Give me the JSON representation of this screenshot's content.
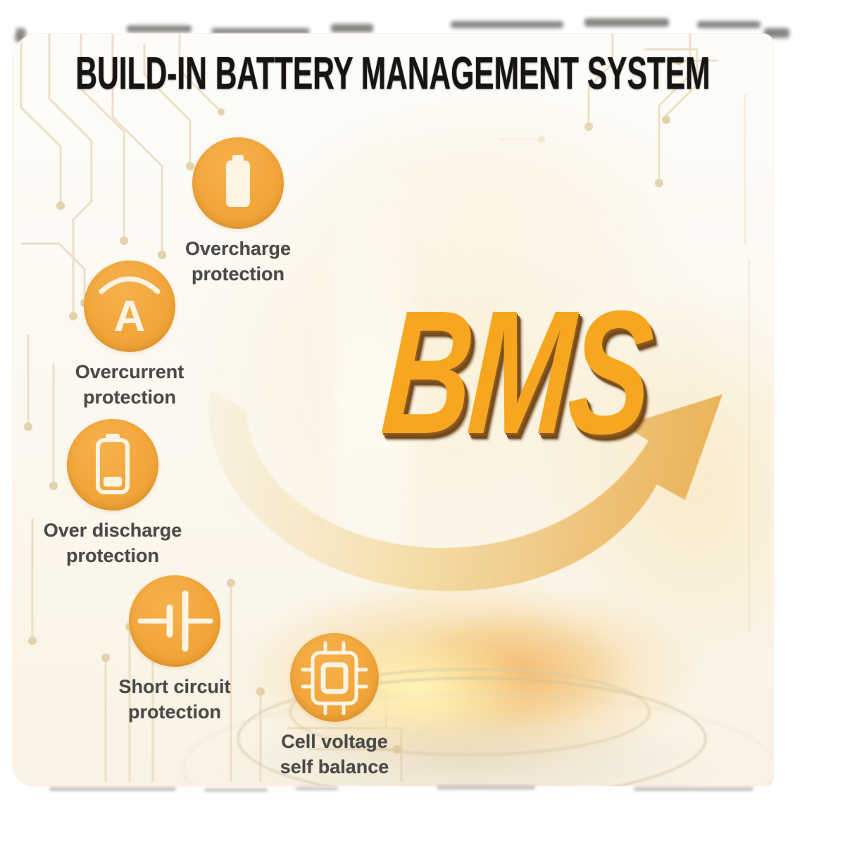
{
  "title": "BUILD-IN BATTERY MANAGEMENT SYSTEM",
  "center": {
    "label": "BMS"
  },
  "features": [
    {
      "name": "overcharge-protection",
      "icon": "battery-icon",
      "lines": [
        "Overcharge",
        "protection"
      ]
    },
    {
      "name": "overcurrent-protection",
      "icon": "ammeter-icon",
      "icon_letter": "A",
      "lines": [
        "Overcurrent",
        "protection"
      ]
    },
    {
      "name": "over-discharge-protection",
      "icon": "battery-low-icon",
      "lines": [
        "Over discharge",
        "protection"
      ]
    },
    {
      "name": "short-circuit-protection",
      "icon": "cell-symbol-icon",
      "lines": [
        "Short circuit",
        "protection"
      ]
    },
    {
      "name": "cell-voltage-self-balance",
      "icon": "chip-icon",
      "lines": [
        "Cell voltage",
        "self balance"
      ]
    }
  ],
  "colors": {
    "icon_circle": "#F2A63C",
    "icon_glyph": "#FDF4E3",
    "bms_fill": "#F6A71F",
    "bms_shadow": "#6E4418",
    "title_text": "#171513",
    "label_text": "#4A4A48",
    "circuit_trace": "#E9DCC0",
    "arrow_light": "#F7ECD4",
    "arrow_deep": "#E9B152",
    "card_cream": "#FAF3E4"
  }
}
